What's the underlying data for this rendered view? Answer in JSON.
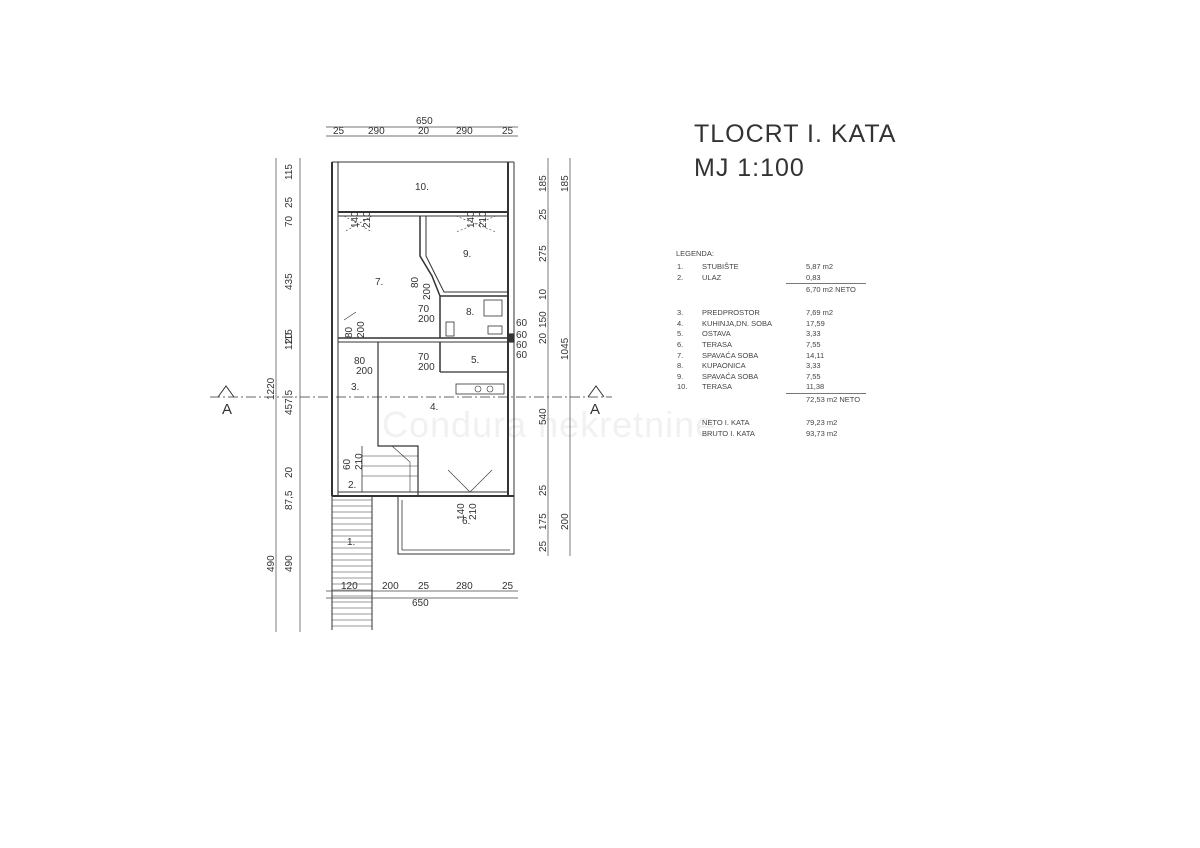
{
  "title": "TLOCRT I. KATA",
  "scale": "MJ 1:100",
  "watermark": "Condura nekretnine",
  "legend": {
    "header": "LEGENDA:",
    "group1": [
      {
        "no": "1.",
        "label": "STUBIŠTE",
        "value": "5,87 m2"
      },
      {
        "no": "2.",
        "label": "ULAZ",
        "value": "0,83"
      }
    ],
    "group1_total": "6,70 m2 NETO",
    "group2": [
      {
        "no": "3.",
        "label": "PREDPROSTOR",
        "value": "7,69 m2"
      },
      {
        "no": "4.",
        "label": "KUHINJA,DN. SOBA",
        "value": "17,59"
      },
      {
        "no": "5.",
        "label": "OSTAVA",
        "value": "3,33"
      },
      {
        "no": "6.",
        "label": "TERASA",
        "value": "7,55"
      },
      {
        "no": "7.",
        "label": "SPAVAĆA SOBA",
        "value": "14,11"
      },
      {
        "no": "8.",
        "label": "KUPAONICA",
        "value": "3,33"
      },
      {
        "no": "9.",
        "label": "SPAVAĆA SOBA",
        "value": "7,55"
      },
      {
        "no": "10.",
        "label": "TERASA",
        "value": "11,38"
      }
    ],
    "group2_total": "72,53 m2 NETO",
    "totals": [
      {
        "label": "NETO I. KATA",
        "value": "79,23 m2"
      },
      {
        "label": "BRUTO I. KATA",
        "value": "93,73 m2"
      }
    ]
  },
  "rooms": [
    "1.",
    "2.",
    "3.",
    "4.",
    "5.",
    "6.",
    "7.",
    "8.",
    "9.",
    "10."
  ],
  "section_markers": {
    "left": "A",
    "right": "A"
  },
  "dims": {
    "top_total": "650",
    "top_parts": [
      "25",
      "290",
      "20",
      "290",
      "25"
    ],
    "bottom_parts": [
      "120",
      "200",
      "25",
      "280",
      "25"
    ],
    "bottom_total": "650",
    "left_outer": "1220",
    "left_inner": "1115",
    "left_parts": [
      "115",
      "25",
      "70",
      "435",
      "20",
      "457,5",
      "87,5",
      "20",
      "490",
      "490"
    ],
    "right_outer": "1045",
    "right_parts": [
      "185",
      "185",
      "25",
      "275",
      "10",
      "150",
      "20",
      "540",
      "25",
      "175",
      "200",
      "25"
    ],
    "openings": [
      "140",
      "210",
      "140",
      "210",
      "80",
      "200",
      "70",
      "200",
      "80",
      "200",
      "80",
      "200",
      "70",
      "200",
      "60",
      "210",
      "140",
      "210",
      "60",
      "60",
      "60",
      "60"
    ]
  }
}
